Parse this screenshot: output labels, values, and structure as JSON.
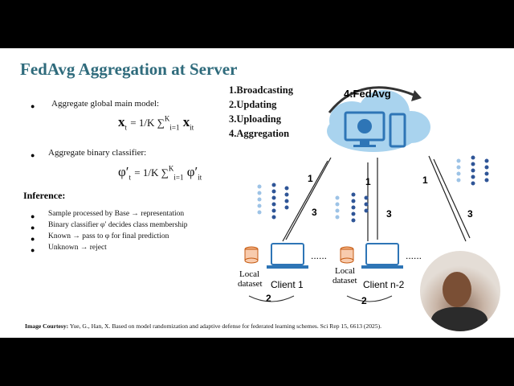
{
  "slide": {
    "title": "FedAvg Aggregation at Server",
    "bullets": {
      "b1": "Aggregate global main model:",
      "b2": "Aggregate binary classifier:"
    },
    "eq1": "x",
    "eq1_sub": "t",
    "eq1_rhs": "= 1/K ∑",
    "eq1_lim": "i=1",
    "eq1_sup": "K",
    "eq1_term": "x",
    "eq1_term_sub": "it",
    "eq2": "φ′",
    "eq2_sub": "t",
    "eq2_rhs": "= 1/K ∑",
    "eq2_lim": "i=1",
    "eq2_sup": "K",
    "eq2_term": "φ′",
    "eq2_term_sub": "it",
    "inference_heading": "Inference:",
    "inference_items": [
      "Sample processed by Base → representation",
      "Binary classifier φ′ decides class membership",
      "Known → pass to φ for final prediction",
      "Unknown → reject"
    ],
    "steps": [
      "1.Broadcasting",
      "2.Updating",
      "3.Uploading",
      "4.Aggregation"
    ],
    "courtesy_label": "Image Courtesy:",
    "courtesy_text": " Yue, G., Han, X. Based on model randomization and adaptive defense for federated learning schemes. Sci Rep 15, 6613 (2025)."
  },
  "diagram": {
    "server_label": "4:FedAvg",
    "arrow_labels": [
      "1",
      "3",
      "1",
      "3",
      "1",
      "3"
    ],
    "local_label_1": "Local",
    "dataset_label_1": "dataset",
    "local_label_2": "Local",
    "dataset_label_2": "dataset",
    "client1": "Client 1",
    "client_n2": "Client n-2",
    "ellipsis": "......",
    "update_label_1": "2",
    "update_label_2": "2"
  },
  "colors": {
    "title": "#2f6b7c",
    "cloud": "#a9d3ee",
    "device": "#2e75b6",
    "dot_dark": "#2f5597",
    "dot_light": "#9dc3e6"
  }
}
